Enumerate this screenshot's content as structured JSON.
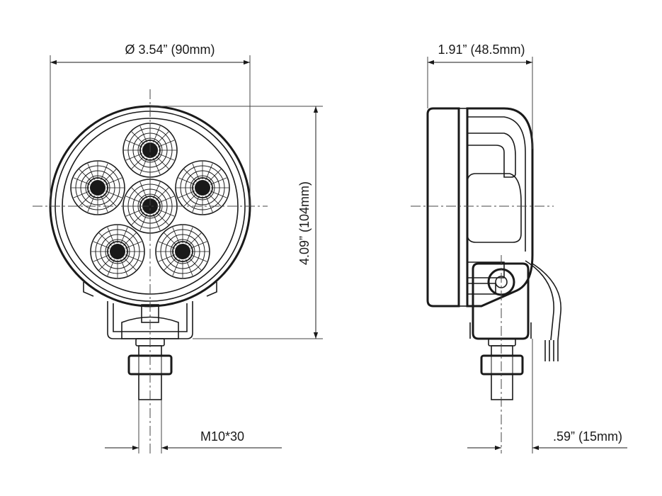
{
  "dimensions": {
    "diameter": "Ø 3.54” (90mm)",
    "depth": "1.91” (48.5mm)",
    "height": "4.09” (104mm)",
    "thread": "M10*30",
    "stud_offset": ".59” (15mm)"
  },
  "colors": {
    "line": "#1a1a1a",
    "background": "#ffffff"
  }
}
